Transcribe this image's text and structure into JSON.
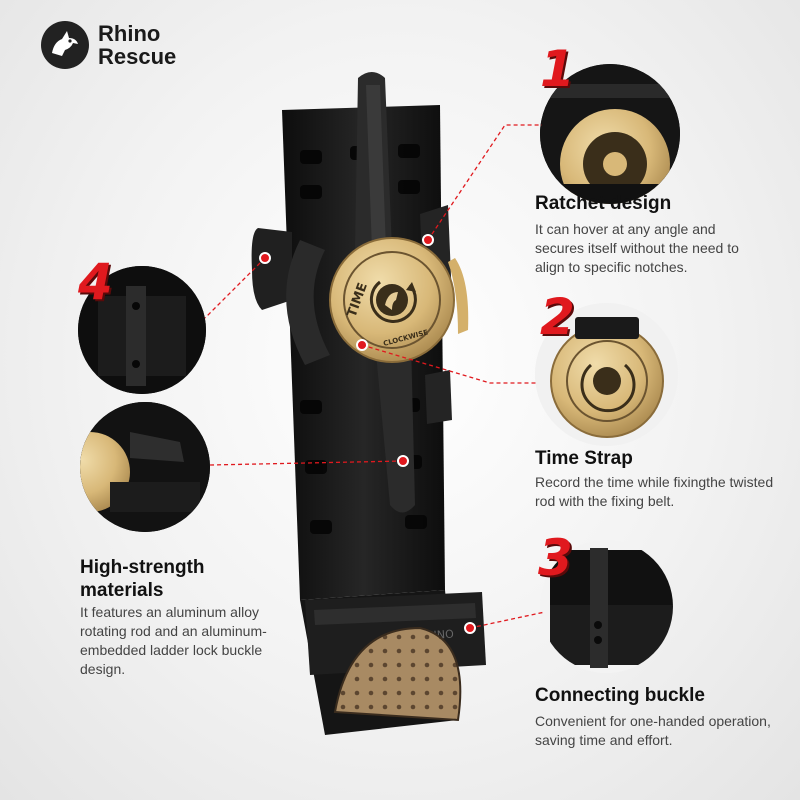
{
  "brand": {
    "line1": "Rhino",
    "line2": "Rescue",
    "logo_icon": "rhino-head-icon"
  },
  "dial": {
    "time_label": "TIME",
    "clockwise_label": "CLOCKWISE"
  },
  "buckle_stamp": "RHINO",
  "colors": {
    "accent_red": "#e0191e",
    "gold": "#d8b878",
    "strap_black": "#141414"
  },
  "features": [
    {
      "number": "1",
      "title": "Ratchet design",
      "description": "It can hover at any angle and secures itself without the need to align to specific notches."
    },
    {
      "number": "2",
      "title": "Time Strap",
      "description": "Record the time while fixingthe twisted rod with the fixing belt."
    },
    {
      "number": "3",
      "title": "Connecting buckle",
      "description": "Convenient for one-handed operation, saving time and effort."
    },
    {
      "number": "4",
      "title": "High-strength materials",
      "description": "It features an aluminum alloy rotating rod and an aluminum-embedded ladder lock buckle design."
    }
  ]
}
